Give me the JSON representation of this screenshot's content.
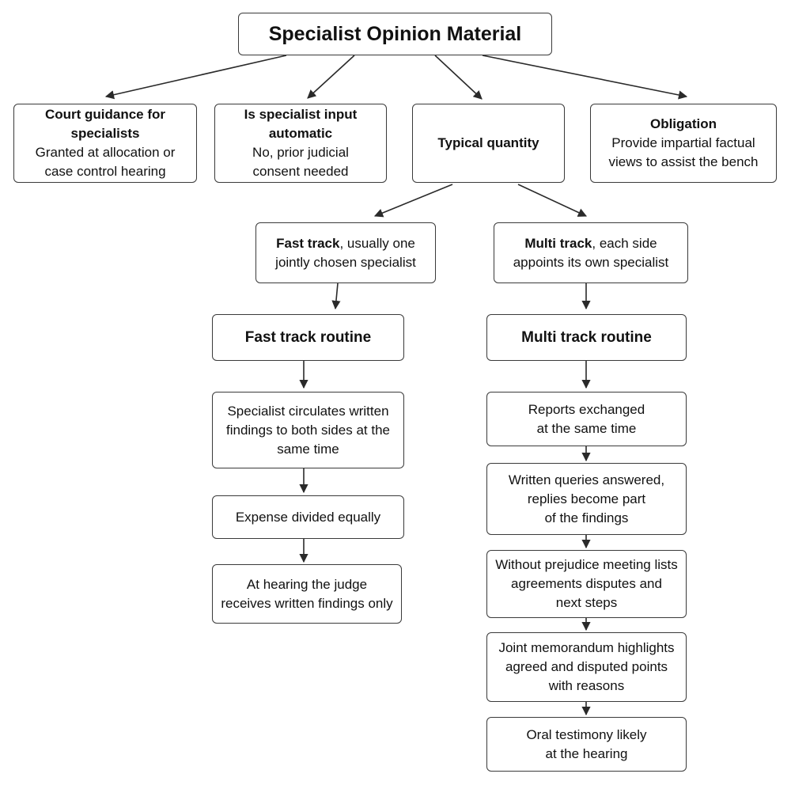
{
  "title": "Specialist Opinion Material",
  "top_boxes": {
    "guidance": {
      "heading": "Court guidance for specialists",
      "line1": "Granted at allocation or",
      "line2": "case control hearing"
    },
    "automatic": {
      "heading": "Is specialist input automatic",
      "line1": "No, prior judicial",
      "line2": "consent needed"
    },
    "quantity": {
      "heading": "Typical quantity"
    },
    "obligation": {
      "heading": "Obligation",
      "line1": "Provide impartial factual",
      "line2": "views to assist the bench"
    }
  },
  "fast": {
    "track_bold": "Fast track",
    "track_rest": ", usually one",
    "track_line2": "jointly chosen specialist",
    "routine": "Fast track routine",
    "steps": [
      [
        "Specialist circulates written",
        "findings to both sides at the",
        "same time"
      ],
      [
        "Expense divided equally"
      ],
      [
        "At hearing the judge",
        "receives written findings only"
      ]
    ]
  },
  "multi": {
    "track_bold": "Multi track",
    "track_rest": ", each side",
    "track_line2": "appoints its own specialist",
    "routine": "Multi track routine",
    "steps": [
      [
        "Reports exchanged",
        "at the same time"
      ],
      [
        "Written queries answered,",
        "replies become part",
        "of the findings"
      ],
      [
        "Without prejudice meeting lists",
        "agreements disputes and",
        "next steps"
      ],
      [
        "Joint memorandum highlights",
        "agreed and disputed points",
        "with reasons"
      ],
      [
        "Oral testimony likely",
        "at the hearing"
      ]
    ]
  },
  "colors": {
    "line": "#2a2a2a",
    "border": "#3a3a3a",
    "text": "#111111"
  }
}
